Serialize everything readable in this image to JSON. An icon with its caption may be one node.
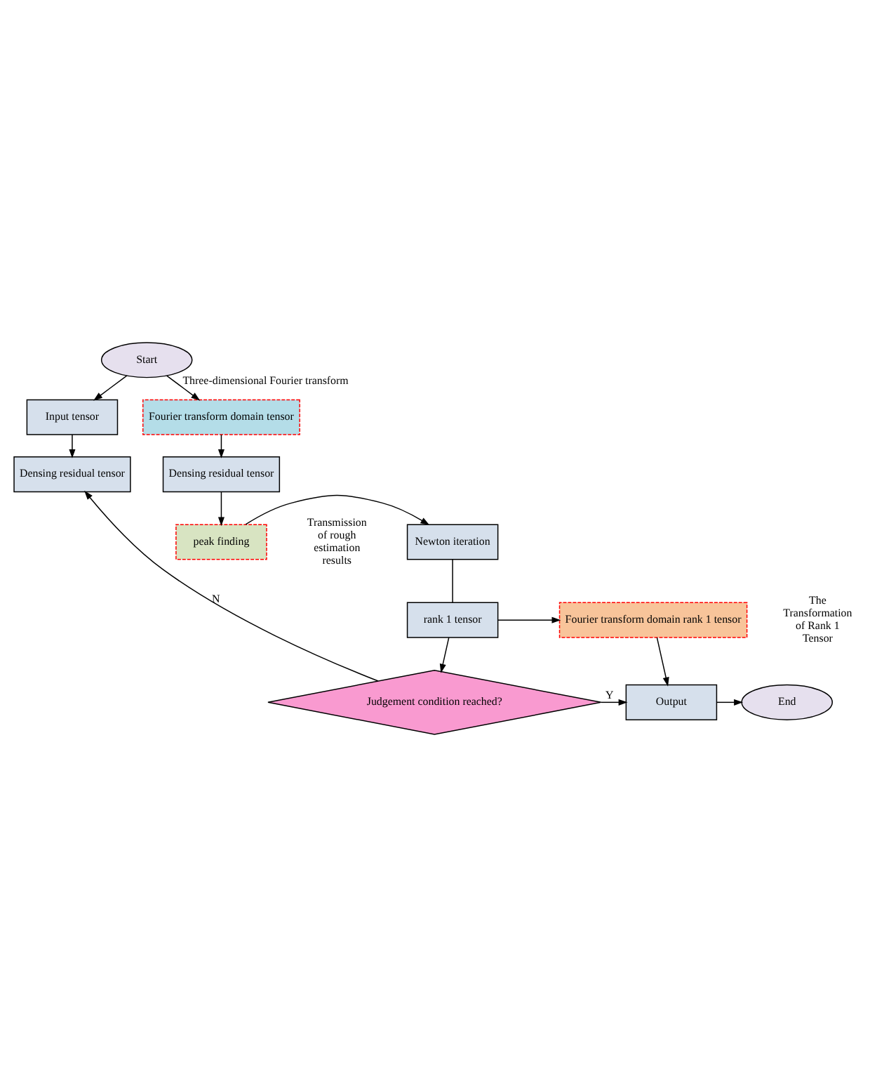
{
  "diagram": {
    "nodes": [
      {
        "text": [
          "Start"
        ]
      },
      {
        "text": [
          "Input tensor"
        ]
      },
      {
        "text": [
          "Fourier transform domain tensor"
        ]
      },
      {
        "text": [
          "Densing residual tensor"
        ]
      },
      {
        "text": [
          "Densing residual tensor"
        ]
      },
      {
        "text": [
          "Newton iteration"
        ]
      },
      {
        "text": [
          "peak finding"
        ],
        "beside": [
          "Transmission of rough estimation results"
        ]
      },
      {
        "text": [
          "rank 1 tensor"
        ]
      },
      {
        "text": [
          "Fourier transform domain rank 1 tensor"
        ],
        "beside": [
          "The Transformation of Rank 1 Tensor"
        ]
      },
      {
        "text": [
          "Judgement condition reached?"
        ]
      },
      {
        "text": [
          "Output"
        ]
      },
      {
        "text": [
          "End"
        ]
      }
    ],
    "edges": [
      {
        "from": 0,
        "to": 1,
        "arrow": "to"
      },
      {
        "from": 0,
        "to": 2,
        "arrow": "to",
        "label": "Three-dimensional Fourier transform"
      },
      {
        "from": 1,
        "to": 3,
        "arrow": "to"
      },
      {
        "from": 2,
        "to": 4,
        "arrow": "to"
      },
      {
        "from": 4,
        "to": 6,
        "arrow": "to"
      },
      {
        "from": 6,
        "to": 5,
        "arrow": "to"
      },
      {
        "from": 5,
        "to": 7,
        "arrow": "none"
      },
      {
        "from": 7,
        "to": 8,
        "arrow": "to"
      },
      {
        "from": 7,
        "to": 9,
        "arrow": "to"
      },
      {
        "from": 8,
        "to": 10,
        "arrow": "to"
      },
      {
        "from": 9,
        "to": 10,
        "arrow": "to",
        "label": "Y"
      },
      {
        "from": 9,
        "to": 3,
        "arrow": "to",
        "label": "N"
      },
      {
        "from": 10,
        "to": 11,
        "arrow": "to"
      }
    ]
  }
}
